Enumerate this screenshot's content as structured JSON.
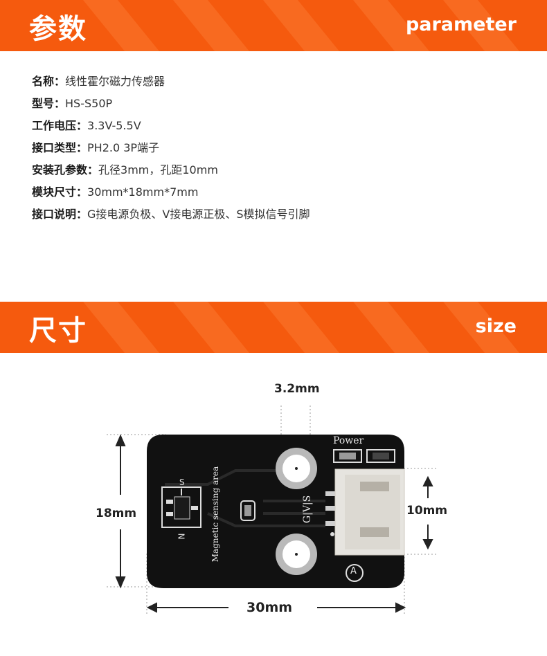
{
  "sections": {
    "params": {
      "title_cn": "参数",
      "title_en": "parameter"
    },
    "size": {
      "title_cn": "尺寸",
      "title_en": "size"
    }
  },
  "parameters": [
    {
      "key": "名称：",
      "value": "线性霍尔磁力传感器"
    },
    {
      "key": "型号：",
      "value": "HS-S50P"
    },
    {
      "key": "工作电压：",
      "value": "3.3V-5.5V"
    },
    {
      "key": "接口类型：",
      "value": "PH2.0 3P端子"
    },
    {
      "key": "安装孔参数：",
      "value": "孔径3mm，孔距10mm"
    },
    {
      "key": "模块尺寸：",
      "value": "30mm*18mm*7mm"
    },
    {
      "key": "接口说明：",
      "value": "G接电源负极、V接电源正极、S模拟信号引脚"
    }
  ],
  "dimensions": {
    "hole_diameter": "3.2mm",
    "height": "18mm",
    "hole_spacing": "10mm",
    "width": "30mm"
  },
  "board": {
    "power_label": "Power",
    "sensing_label": "Magnetic sensing area",
    "pole_s": "S",
    "pole_n": "N",
    "pin_labels": "G|V|S",
    "mark": "A"
  },
  "colors": {
    "banner": "#f55a0e",
    "banner_stripe": "#f86a20",
    "board": "#111111"
  }
}
